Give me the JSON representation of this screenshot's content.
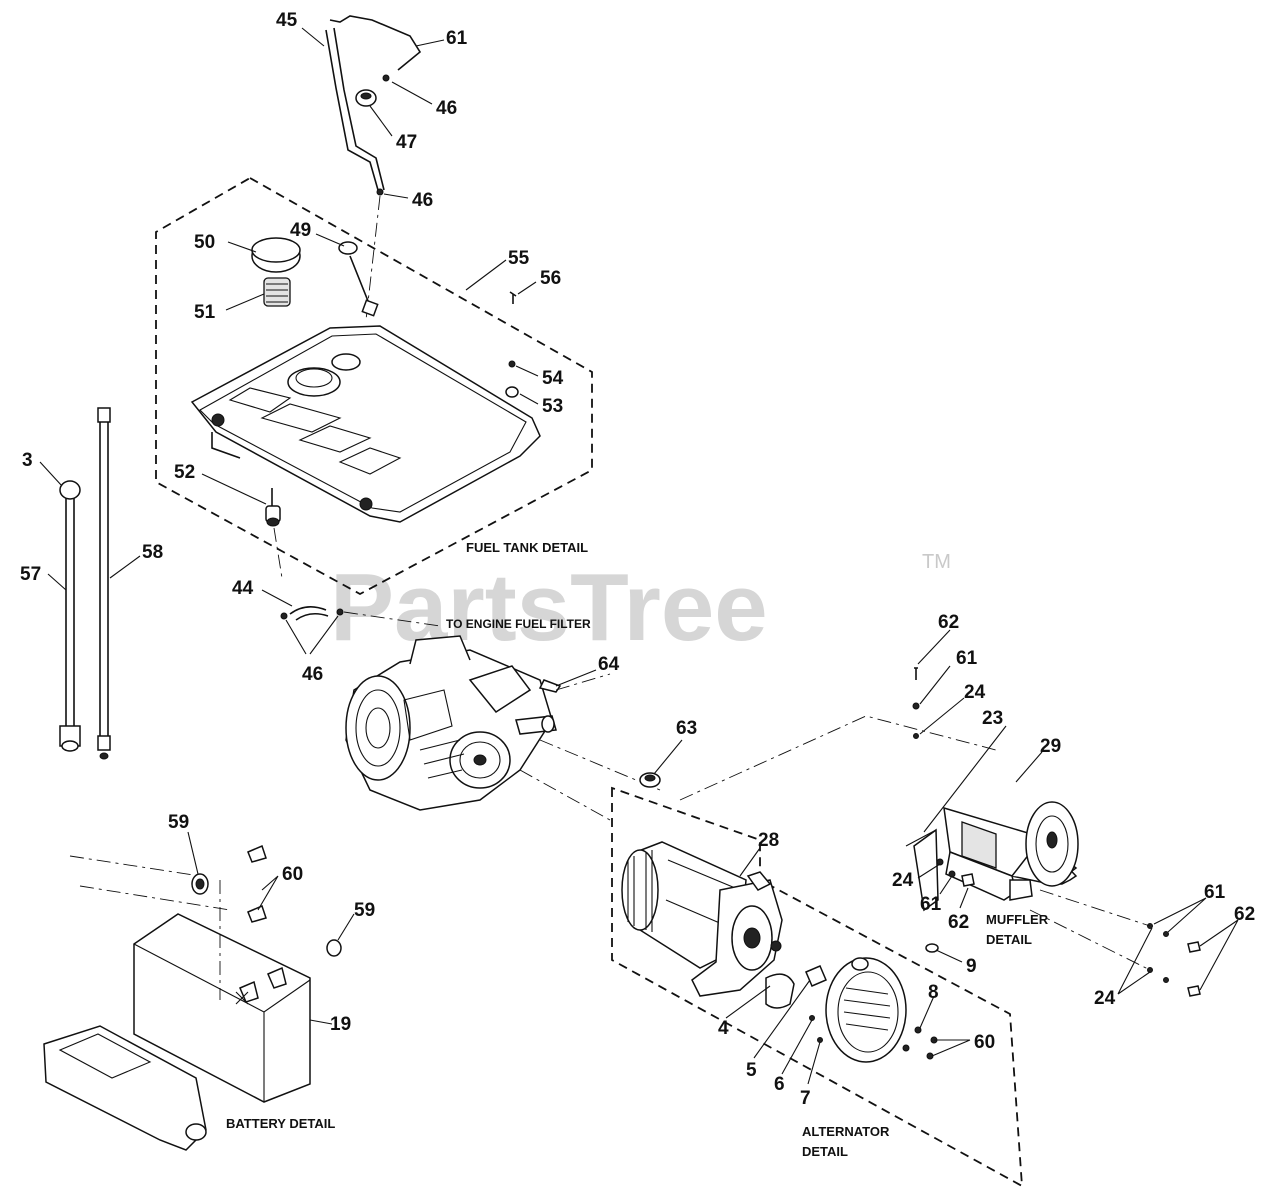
{
  "watermark": {
    "brand": "PartsTree",
    "trademark": "TM"
  },
  "section_labels": {
    "fuel_tank": "FUEL TANK DETAIL",
    "battery": "BATTERY DETAIL",
    "alternator_line1": "ALTERNATOR",
    "alternator_line2": "DETAIL",
    "muffler_line1": "MUFFLER",
    "muffler_line2": "DETAIL",
    "engine_note": "TO ENGINE FUEL FILTER"
  },
  "callouts": [
    {
      "id": "45",
      "text": "45"
    },
    {
      "id": "61a",
      "text": "61"
    },
    {
      "id": "46a",
      "text": "46"
    },
    {
      "id": "47",
      "text": "47"
    },
    {
      "id": "46b",
      "text": "46"
    },
    {
      "id": "49",
      "text": "49"
    },
    {
      "id": "50",
      "text": "50"
    },
    {
      "id": "55",
      "text": "55"
    },
    {
      "id": "56",
      "text": "56"
    },
    {
      "id": "51",
      "text": "51"
    },
    {
      "id": "54",
      "text": "54"
    },
    {
      "id": "53",
      "text": "53"
    },
    {
      "id": "3",
      "text": "3"
    },
    {
      "id": "52",
      "text": "52"
    },
    {
      "id": "57",
      "text": "57"
    },
    {
      "id": "58",
      "text": "58"
    },
    {
      "id": "44",
      "text": "44"
    },
    {
      "id": "46c",
      "text": "46"
    },
    {
      "id": "62a",
      "text": "62"
    },
    {
      "id": "61b",
      "text": "61"
    },
    {
      "id": "64",
      "text": "64"
    },
    {
      "id": "24a",
      "text": "24"
    },
    {
      "id": "23",
      "text": "23"
    },
    {
      "id": "63",
      "text": "63"
    },
    {
      "id": "29",
      "text": "29"
    },
    {
      "id": "28",
      "text": "28"
    },
    {
      "id": "59a",
      "text": "59"
    },
    {
      "id": "60a",
      "text": "60"
    },
    {
      "id": "24b",
      "text": "24"
    },
    {
      "id": "61c",
      "text": "61"
    },
    {
      "id": "62b",
      "text": "62"
    },
    {
      "id": "59b",
      "text": "59"
    },
    {
      "id": "61d",
      "text": "61"
    },
    {
      "id": "62c",
      "text": "62"
    },
    {
      "id": "9",
      "text": "9"
    },
    {
      "id": "19",
      "text": "19"
    },
    {
      "id": "24c",
      "text": "24"
    },
    {
      "id": "8",
      "text": "8"
    },
    {
      "id": "60b",
      "text": "60"
    },
    {
      "id": "4",
      "text": "4"
    },
    {
      "id": "5",
      "text": "5"
    },
    {
      "id": "6",
      "text": "6"
    },
    {
      "id": "7",
      "text": "7"
    }
  ]
}
